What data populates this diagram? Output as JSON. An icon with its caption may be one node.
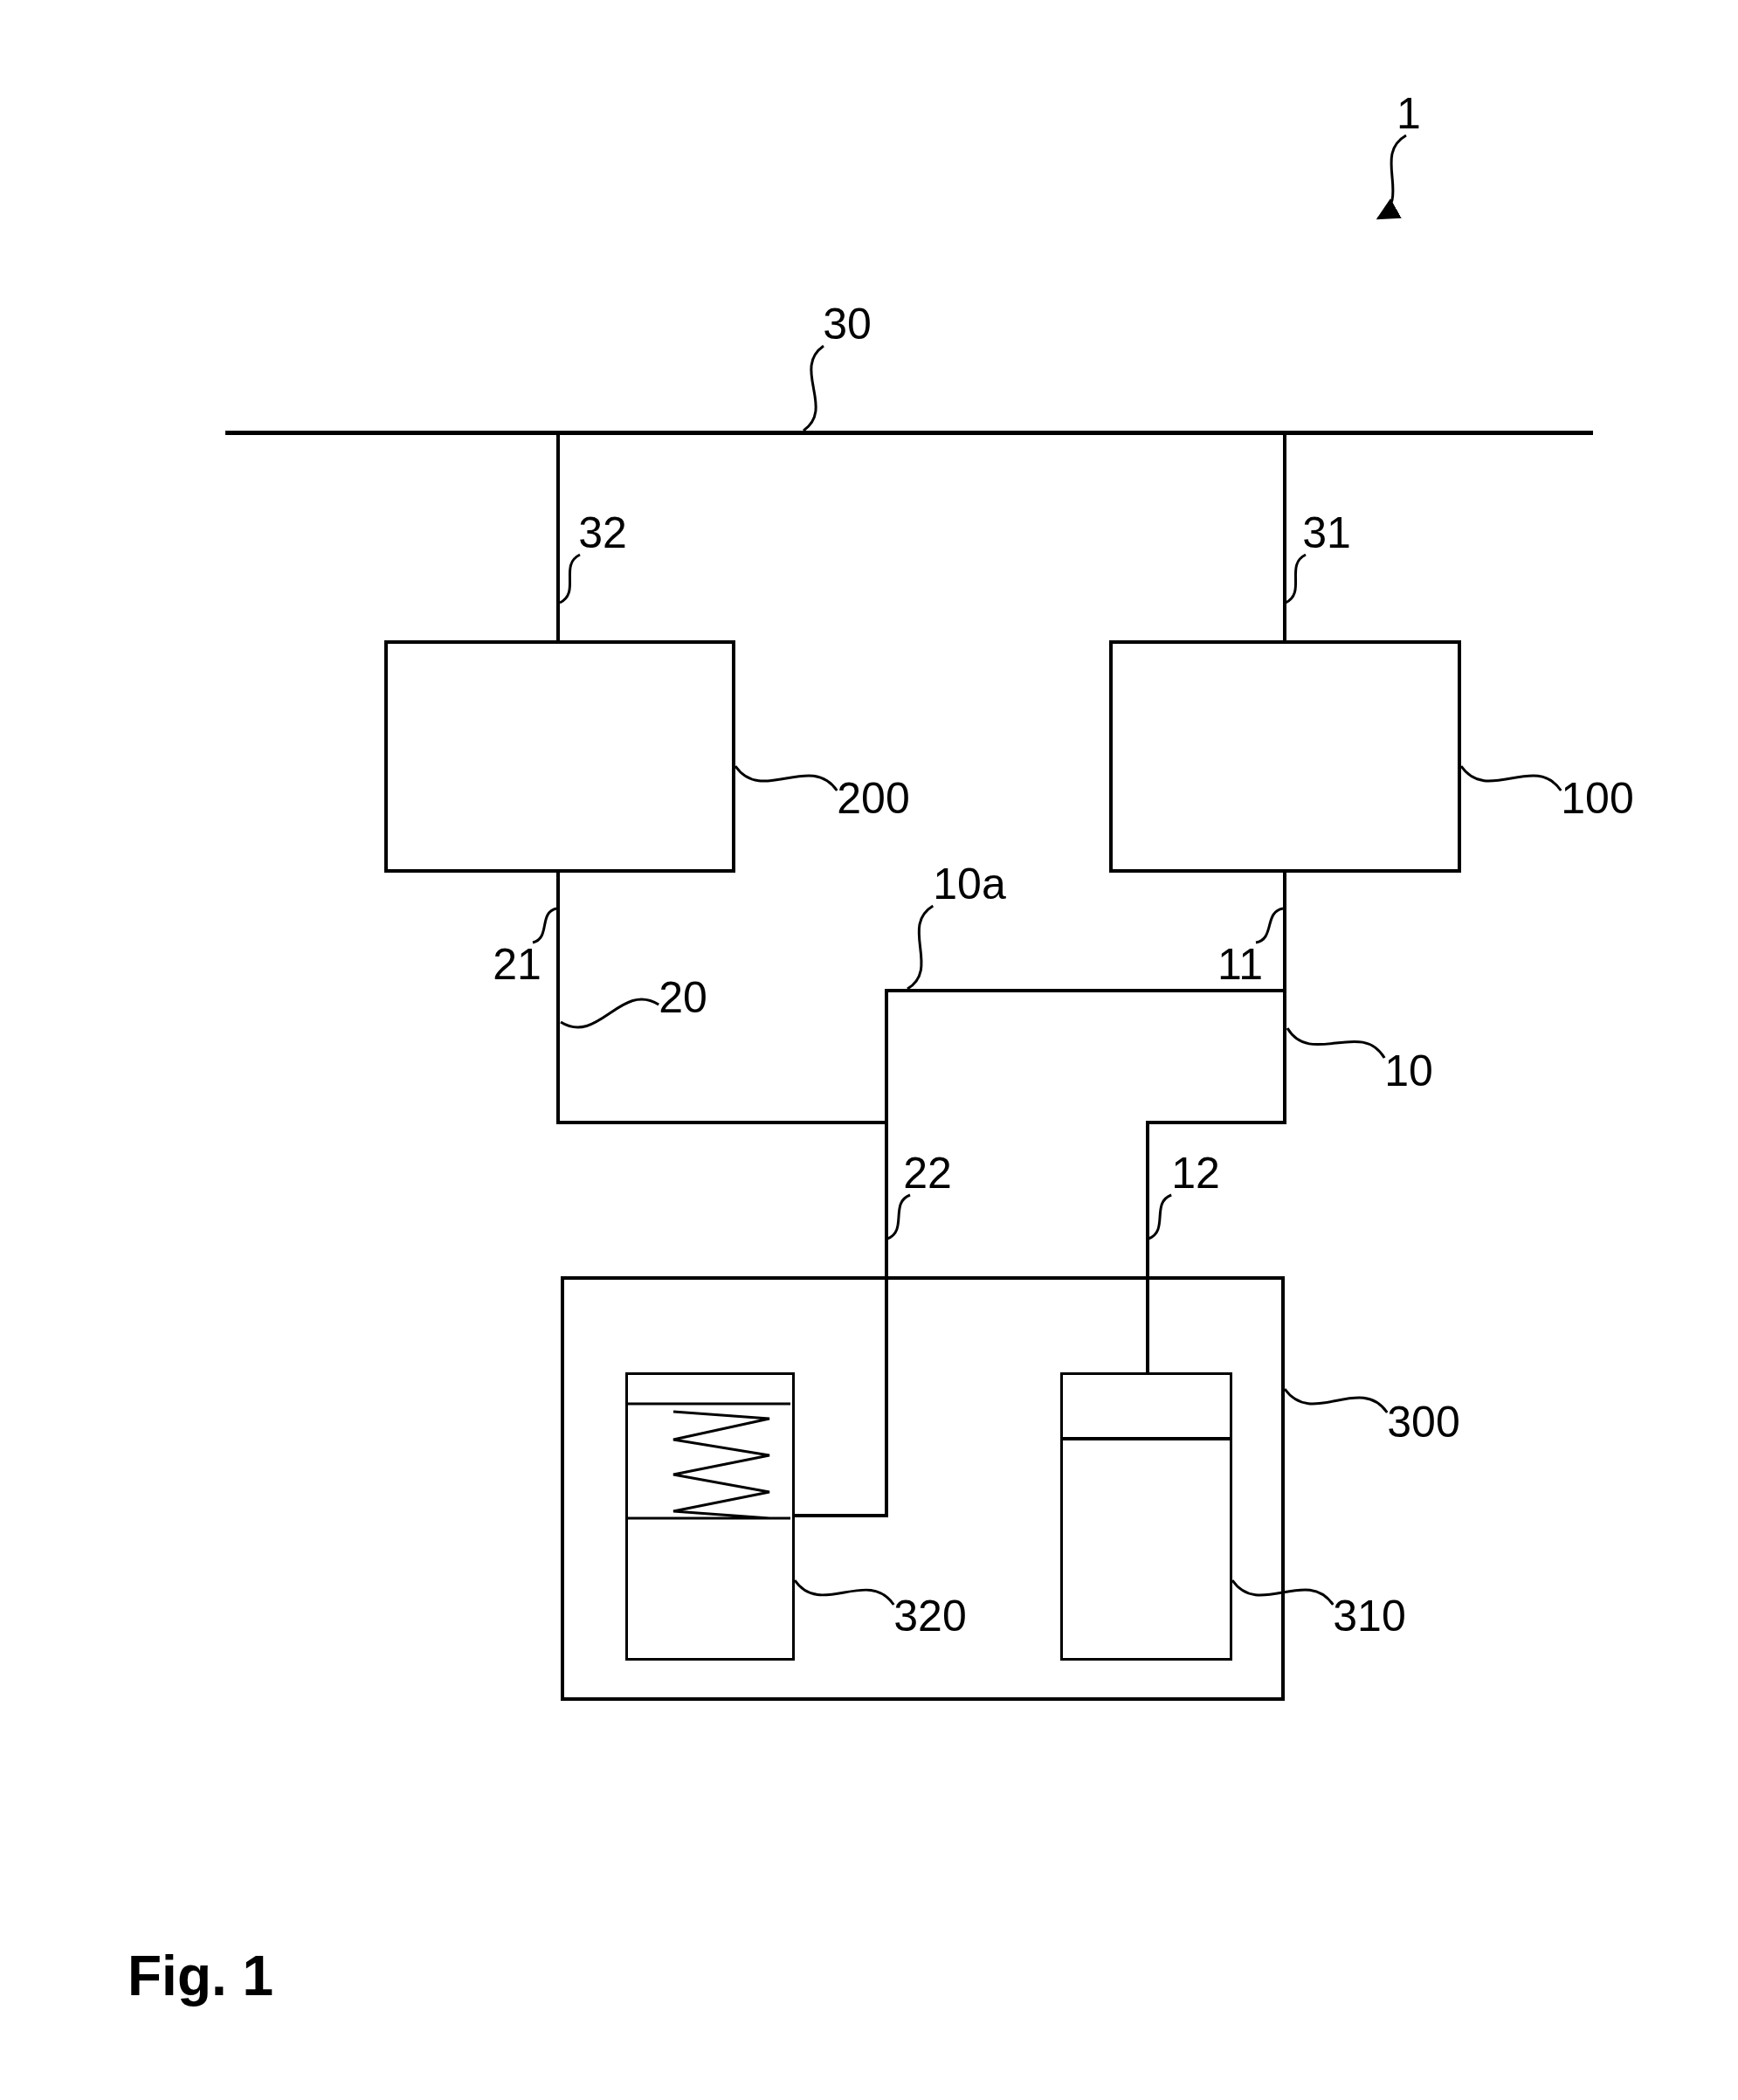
{
  "diagram": {
    "caption": "Fig. 1",
    "nodes": [
      {
        "text": [
          "1"
        ]
      },
      {
        "text": [
          "30"
        ]
      },
      {
        "text": [],
        "shape": "bar"
      },
      {
        "text": [
          "32"
        ]
      },
      {
        "text": [
          "31"
        ]
      },
      {
        "text": [],
        "shape": "box"
      },
      {
        "text": [
          "200"
        ]
      },
      {
        "text": [],
        "shape": "box"
      },
      {
        "text": [
          "100"
        ]
      },
      {
        "text": [
          "10a"
        ]
      },
      {
        "text": [
          "21"
        ]
      },
      {
        "text": [
          "20"
        ]
      },
      {
        "text": [
          "11"
        ]
      },
      {
        "text": [
          "10"
        ]
      },
      {
        "text": [
          "22"
        ]
      },
      {
        "text": [
          "12"
        ]
      },
      {
        "text": [],
        "shape": "box"
      },
      {
        "text": [
          "300"
        ]
      },
      {
        "text": [],
        "shape": "box",
        "in": 16
      },
      {
        "text": [],
        "shape": "box",
        "in": 16
      },
      {
        "text": [
          "320"
        ],
        "in": 16
      },
      {
        "text": [
          "310"
        ]
      }
    ],
    "edges": [
      {
        "from": 0,
        "to": null,
        "arrow": "to"
      },
      {
        "from": 1,
        "to": 2,
        "arrow": "none"
      },
      {
        "from": 2,
        "to": 5,
        "arrow": "none"
      },
      {
        "from": 2,
        "to": 7,
        "arrow": "none"
      },
      {
        "from": 3,
        "to": null,
        "arrow": "none"
      },
      {
        "from": 4,
        "to": null,
        "arrow": "none"
      },
      {
        "from": 6,
        "to": 5,
        "arrow": "none"
      },
      {
        "from": 8,
        "to": 7,
        "arrow": "none"
      },
      {
        "from": 5,
        "to": 18,
        "arrow": "none"
      },
      {
        "from": 7,
        "to": 19,
        "arrow": "none"
      },
      {
        "from": 7,
        "to": 18,
        "arrow": "none"
      },
      {
        "from": 9,
        "to": null,
        "arrow": "none"
      },
      {
        "from": 10,
        "to": null,
        "arrow": "none"
      },
      {
        "from": 11,
        "to": null,
        "arrow": "none"
      },
      {
        "from": 12,
        "to": null,
        "arrow": "none"
      },
      {
        "from": 13,
        "to": null,
        "arrow": "none"
      },
      {
        "from": 14,
        "to": null,
        "arrow": "none"
      },
      {
        "from": 15,
        "to": null,
        "arrow": "none"
      },
      {
        "from": 17,
        "to": 16,
        "arrow": "none"
      },
      {
        "from": 20,
        "to": 18,
        "arrow": "none"
      },
      {
        "from": 21,
        "to": 19,
        "arrow": "none"
      }
    ]
  }
}
